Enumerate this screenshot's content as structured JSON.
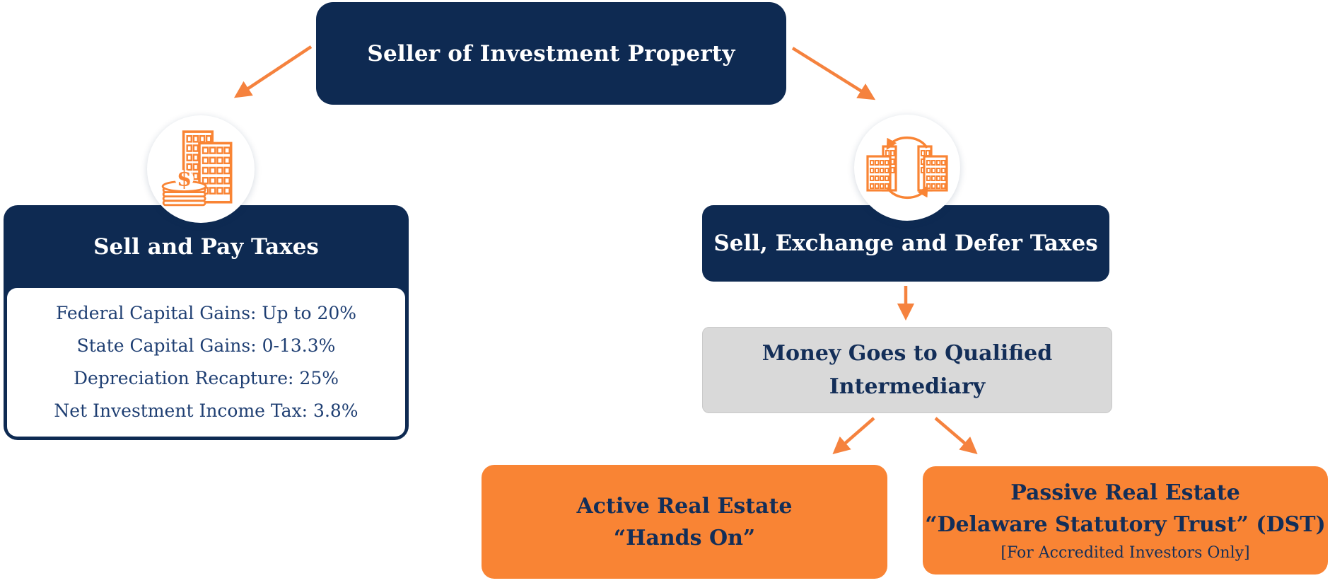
{
  "colors": {
    "navy": "#0E2A52",
    "orange": "#F98434",
    "arrow_orange": "#F5823E",
    "gray": "#D9D9D9",
    "panel_white": "#FFFFFF",
    "list_text_navy": "#1E3E72",
    "heading_navy": "#132E58"
  },
  "root": {
    "title": "Seller of Investment Property"
  },
  "left_branch": {
    "icon": "buildings-money-icon",
    "title": "Sell and Pay Taxes",
    "tax_items": [
      "Federal Capital Gains: Up to 20%",
      "State Capital Gains: 0-13.3%",
      "Depreciation Recapture: 25%",
      "Net Investment Income Tax: 3.8%"
    ]
  },
  "right_branch": {
    "icon": "buildings-exchange-icon",
    "title": "Sell, Exchange and Defer Taxes",
    "intermediary": {
      "lines": [
        "Money Goes to Qualified",
        "Intermediary"
      ]
    },
    "options": [
      {
        "lines": [
          "Active Real Estate",
          "“Hands On”"
        ]
      },
      {
        "lines": [
          "Passive Real Estate",
          "“Delaware Statutory Trust” (DST)",
          "[For Accredited Investors Only]"
        ]
      }
    ]
  }
}
